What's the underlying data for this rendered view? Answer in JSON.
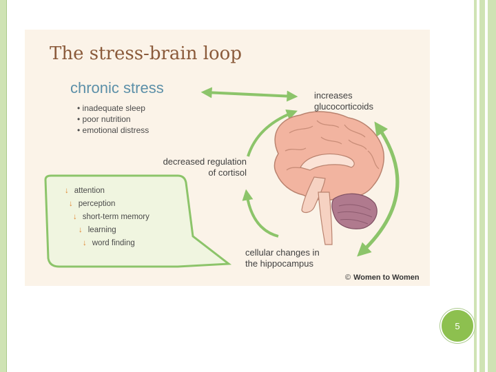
{
  "slide": {
    "title": "The stress-brain loop",
    "chronic_stress": {
      "heading": "chronic stress",
      "bullets": [
        "inadequate sleep",
        "poor nutrition",
        "emotional distress"
      ]
    },
    "increases": [
      "increases",
      "glucocorticoids"
    ],
    "decreased": [
      "decreased regulation",
      "of cortisol"
    ],
    "cellular": [
      "cellular changes in",
      "the hippocampus"
    ],
    "bubble_items": [
      "attention",
      "perception",
      "short-term memory",
      "learning",
      "word finding"
    ],
    "down_arrow": "↓",
    "copyright_symbol": "©",
    "copyright": "Women to Women",
    "page_number": "5"
  },
  "colors": {
    "arrow_green": "#8cc46a",
    "brain_pink": "#f2b4a0",
    "cerebellum": "#b07a8e",
    "title_brown": "#8a5a3a",
    "heading_blue": "#5b8fa8",
    "down_arrow_orange": "#e0862f",
    "slide_border": "#cfe3b4",
    "page_badge": "#8dc04f"
  }
}
